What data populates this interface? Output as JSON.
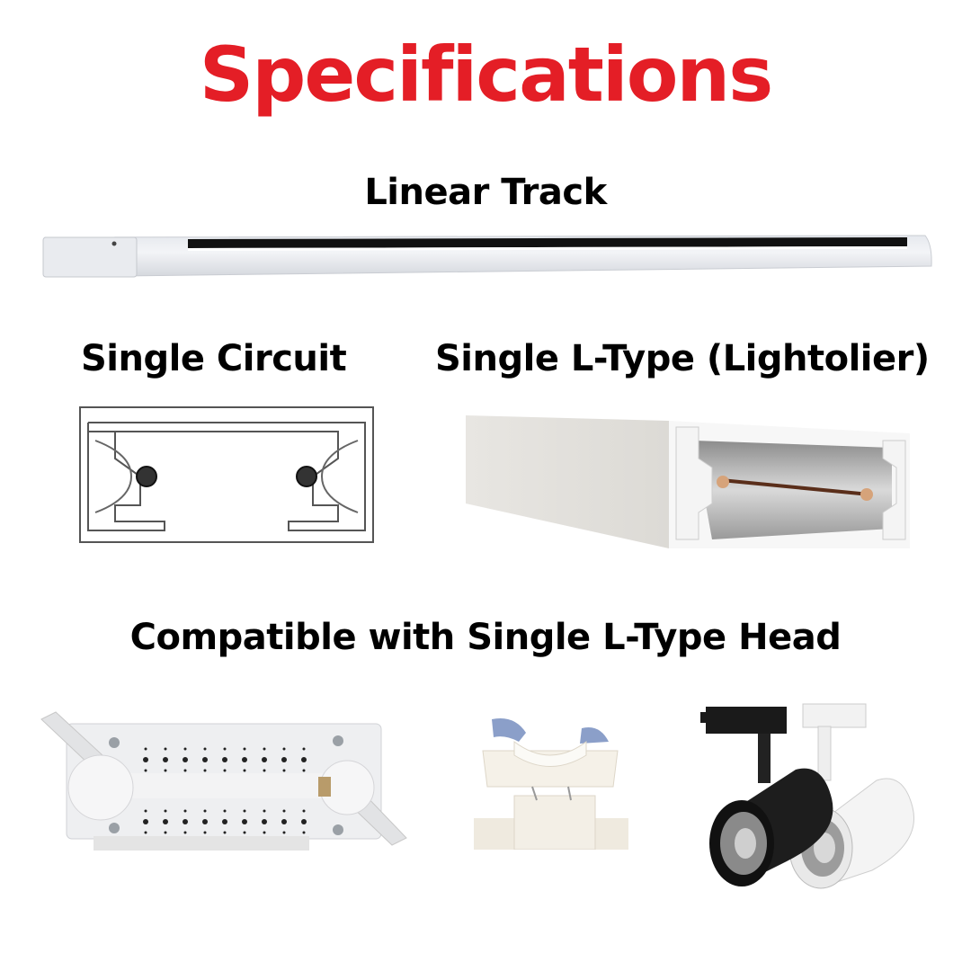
{
  "page": {
    "title": "Specifications",
    "title_color": "#e41e26"
  },
  "sections": {
    "linear_track": {
      "heading": "Linear Track"
    },
    "single_circuit": {
      "heading": "Single Circuit"
    },
    "single_ltype": {
      "heading": "Single L-Type (Lightolier)"
    },
    "compatible": {
      "heading": "Compatible with Single L-Type Head"
    }
  },
  "images": [
    {
      "name": "linear-track-rail",
      "description": "white linear track rail"
    },
    {
      "name": "single-circuit-profile",
      "description": "cross-section drawing of single circuit track"
    },
    {
      "name": "ltype-track-section",
      "description": "white L-type track with copper conductors"
    },
    {
      "name": "adapter-top",
      "description": "white track adapter with vent holes"
    },
    {
      "name": "adapter-closeup",
      "description": "adapter connector closeup"
    },
    {
      "name": "track-spotlights",
      "description": "black and white LED track spotlights"
    }
  ]
}
